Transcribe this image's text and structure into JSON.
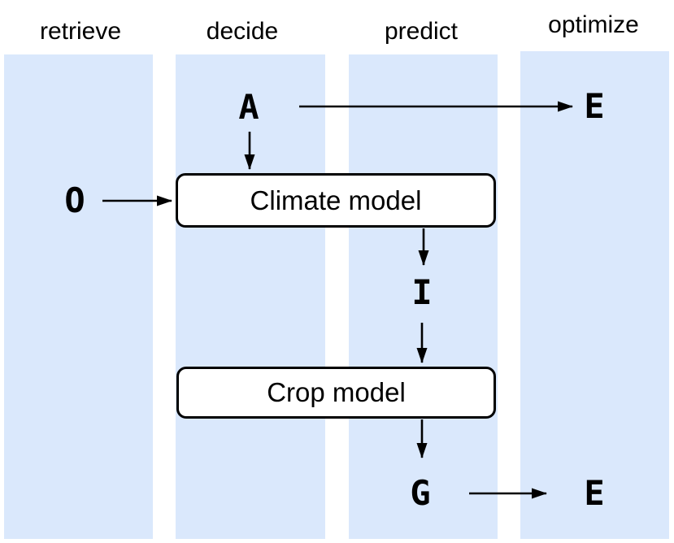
{
  "colors": {
    "column_fill": "#dae8fc",
    "arrow_color": "#000000",
    "box_fill": "#ffffff",
    "box_border": "#000000",
    "text_color": "#000000"
  },
  "lanes": [
    {
      "label": "retrieve"
    },
    {
      "label": "decide"
    },
    {
      "label": "predict"
    },
    {
      "label": "optimize"
    }
  ],
  "nodes": {
    "a": {
      "label": "A"
    },
    "o": {
      "label": "O"
    },
    "e_top": {
      "label": "E"
    },
    "i": {
      "label": "I"
    },
    "g": {
      "label": "G"
    },
    "e_bottom": {
      "label": "E"
    }
  },
  "boxes": {
    "climate": {
      "label": "Climate model"
    },
    "crop": {
      "label": "Crop model"
    }
  },
  "edges": [
    {
      "from": "A",
      "to": "E"
    },
    {
      "from": "A",
      "to": "Climate model"
    },
    {
      "from": "O",
      "to": "Climate model"
    },
    {
      "from": "Climate model",
      "to": "I"
    },
    {
      "from": "I",
      "to": "Crop model"
    },
    {
      "from": "Crop model",
      "to": "G"
    },
    {
      "from": "G",
      "to": "E"
    }
  ]
}
